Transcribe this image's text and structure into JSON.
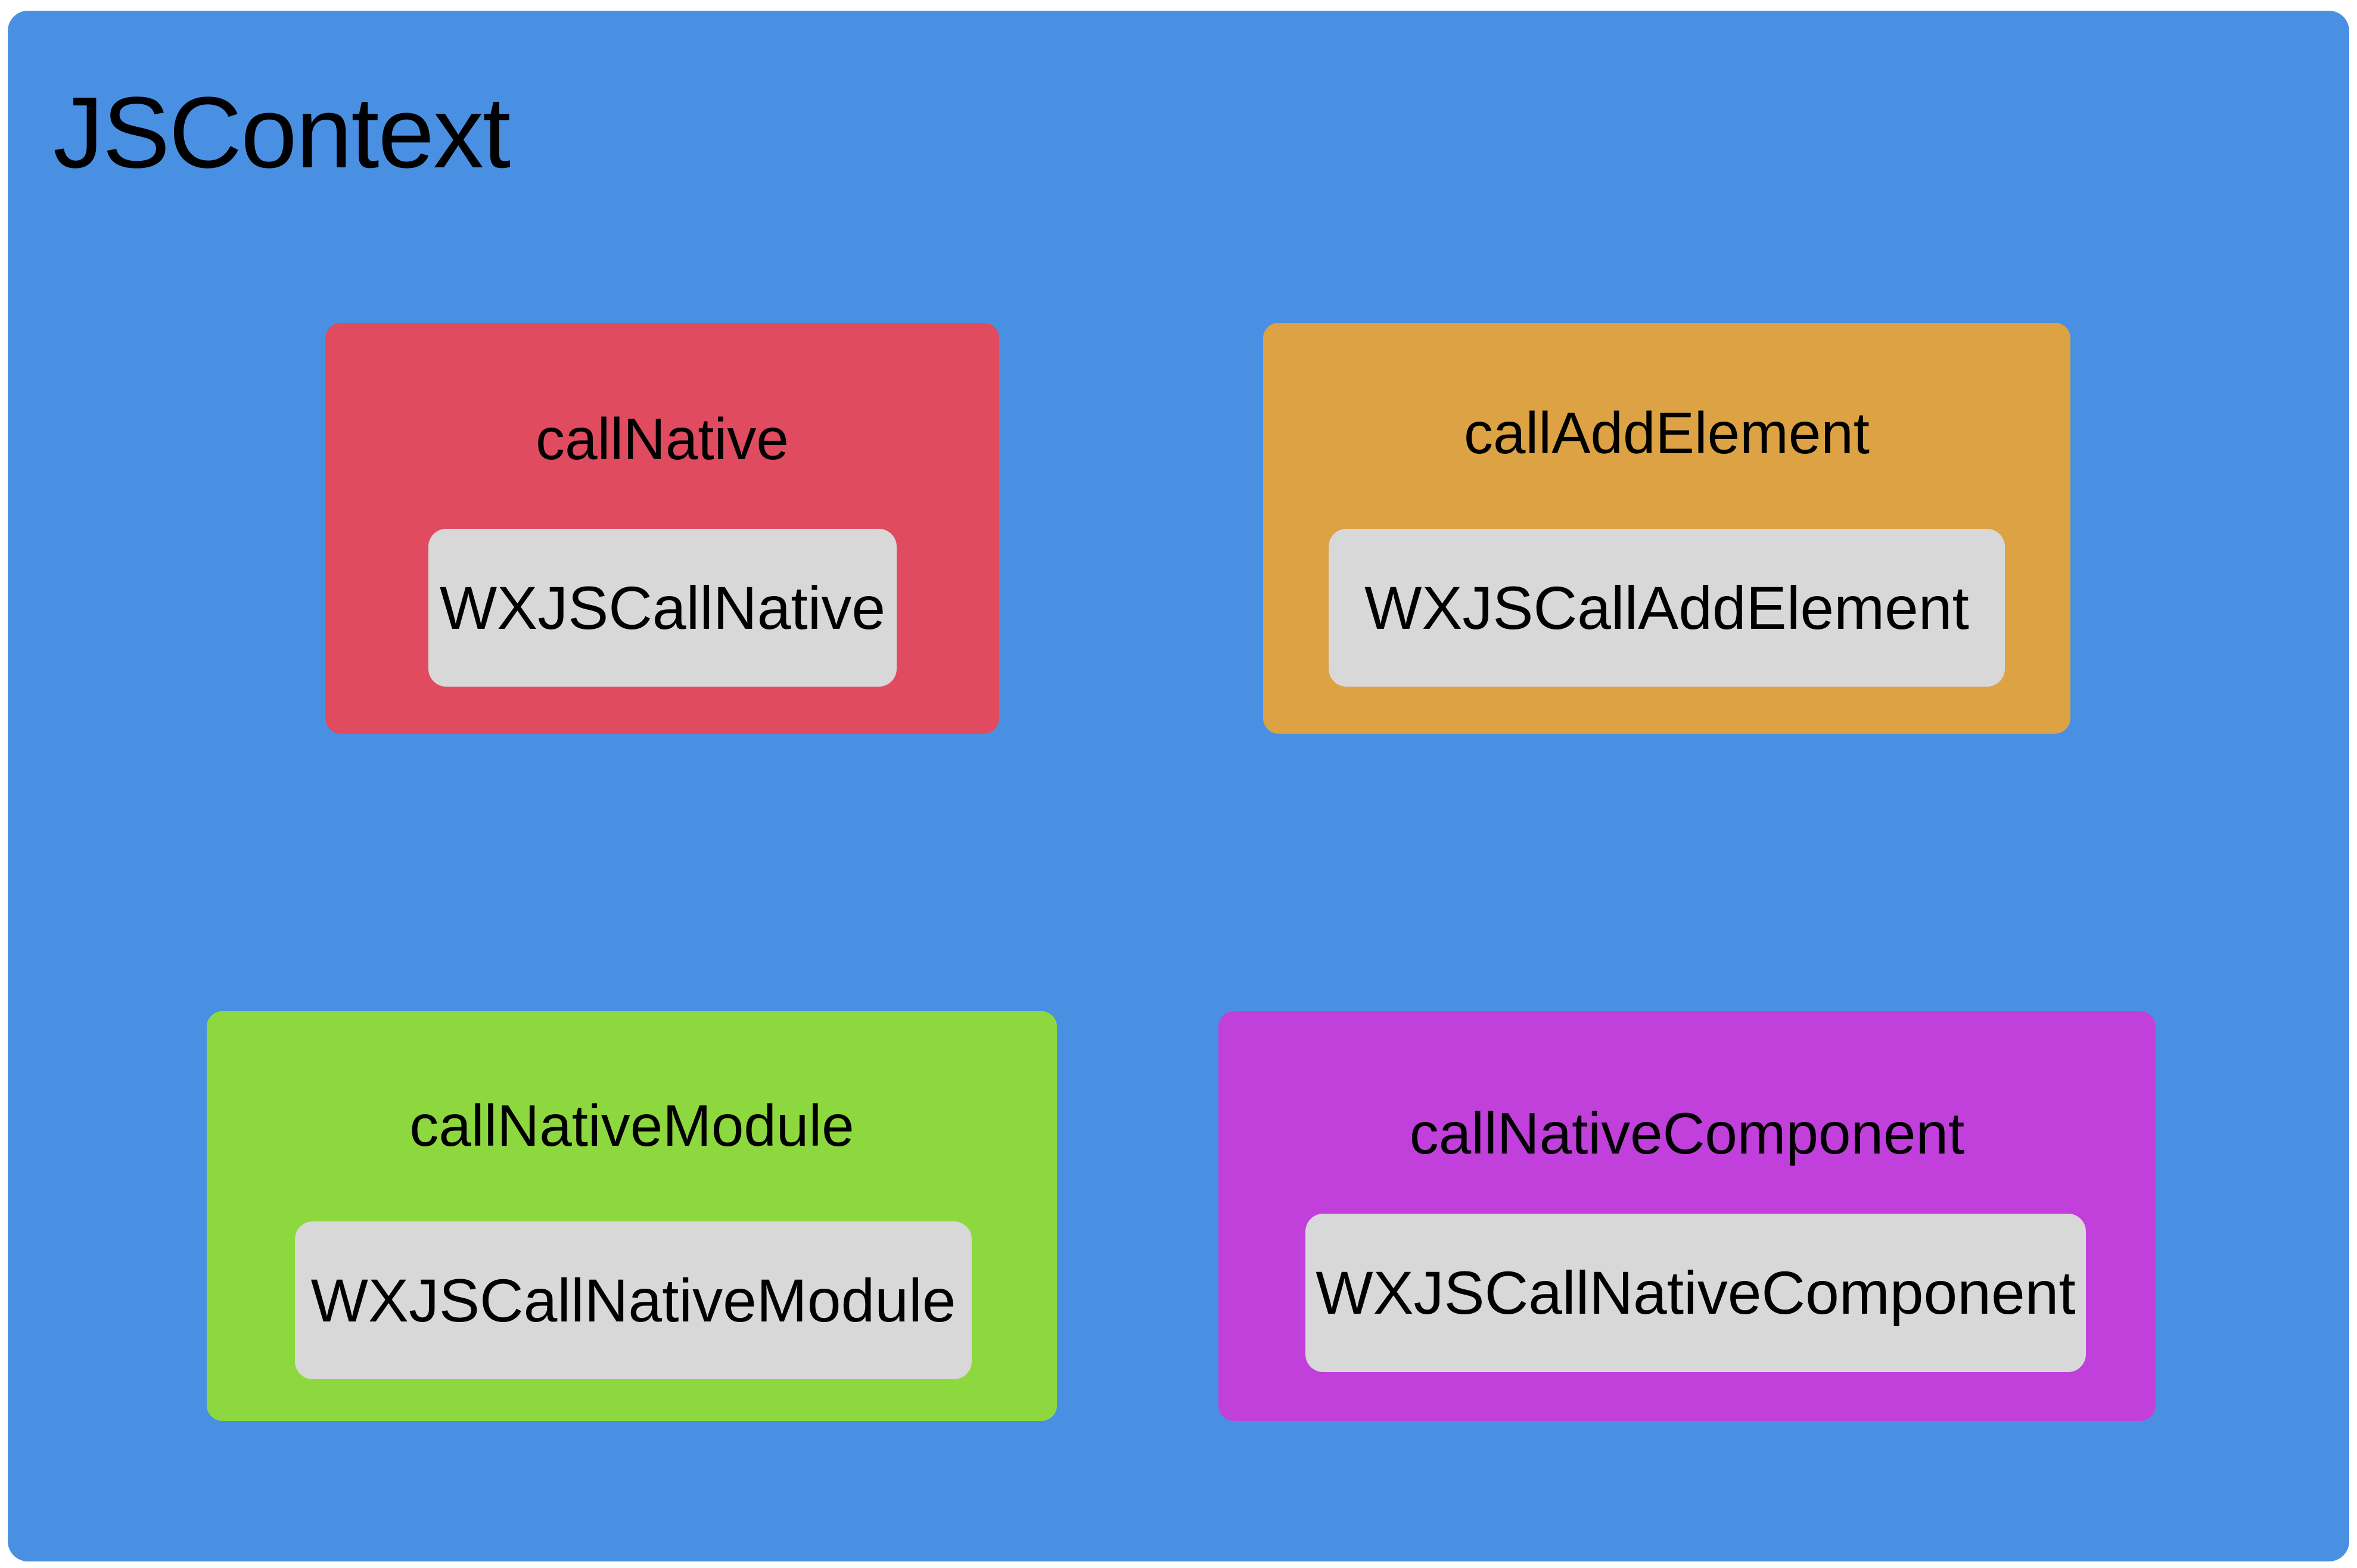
{
  "colors": {
    "context_background": "#4a90e2",
    "callNative_box": "#e04b5f",
    "callAddElement_box": "#dca243",
    "callNativeModule_box": "#8dd83e",
    "callNativeComponent_box": "#c13fdb",
    "inner_box": "#d8d8d8",
    "text": "#000000"
  },
  "context": {
    "title": "JSContext"
  },
  "boxes": [
    {
      "label": "callNative",
      "inner_label": "WXJSCallNative"
    },
    {
      "label": "callAddElement",
      "inner_label": "WXJSCallAddElement"
    },
    {
      "label": "callNativeModule",
      "inner_label": "WXJSCallNativeModule"
    },
    {
      "label": "callNativeComponent",
      "inner_label": "WXJSCallNativeComponent"
    }
  ]
}
